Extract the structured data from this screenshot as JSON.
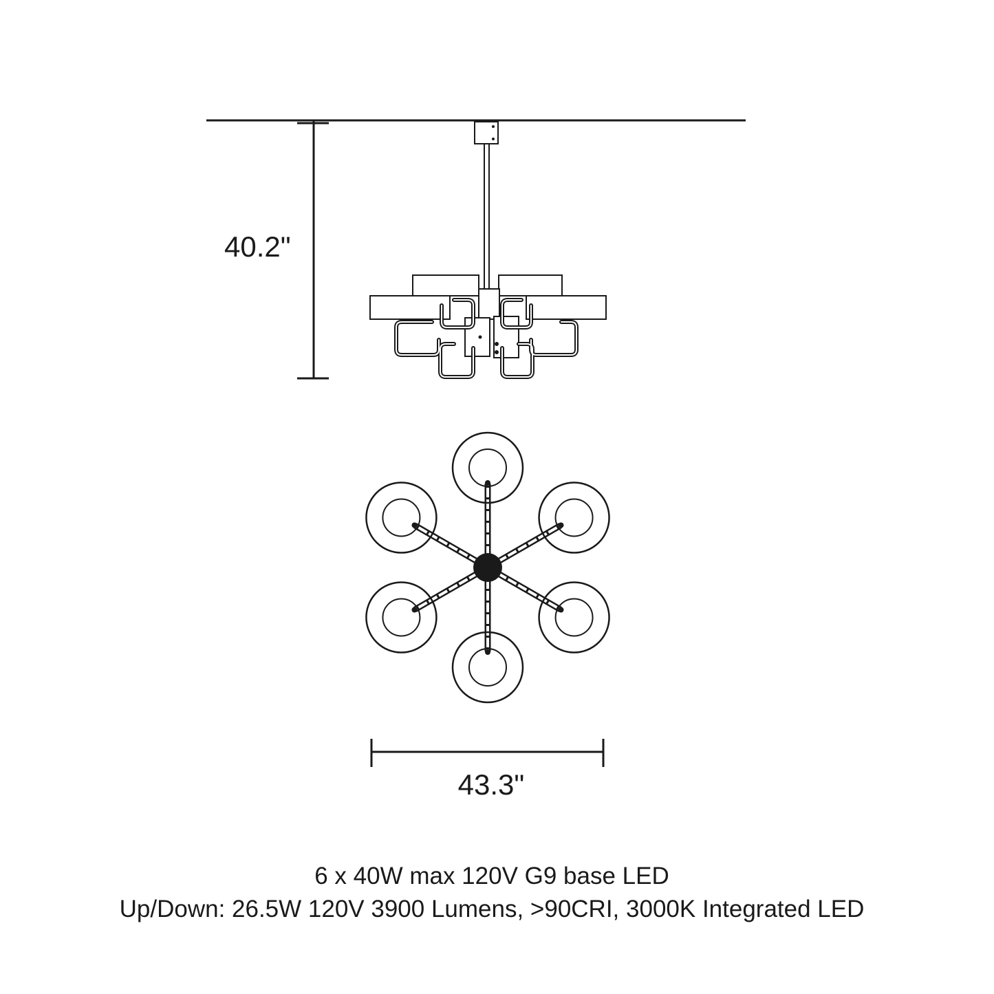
{
  "dimensions": {
    "height": "40.2\"",
    "width": "43.3\""
  },
  "specs": {
    "line1": "6 x 40W max 120V G9 base LED",
    "line2": "Up/Down: 26.5W 120V 3900 Lumens, >90CRI, 3000K Integrated LED"
  },
  "colors": {
    "line": "#1a1a1a",
    "background": "#ffffff"
  },
  "top_view": {
    "arm_count": 6
  }
}
